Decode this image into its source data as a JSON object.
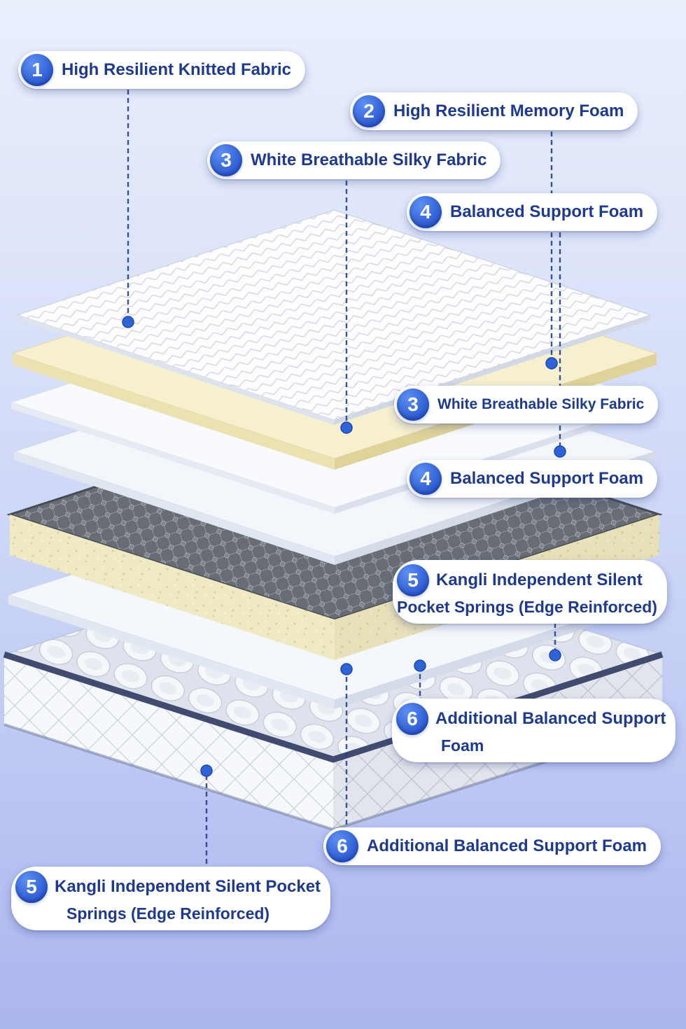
{
  "callouts": [
    {
      "number": "1",
      "lines": [
        "High Resilient Knitted Fabric"
      ]
    },
    {
      "number": "2",
      "lines": [
        "High Resilient Memory Foam"
      ]
    },
    {
      "number": "3",
      "lines": [
        "White Breathable Silky Fabric"
      ]
    },
    {
      "number": "4",
      "lines": [
        "Balanced Support Foam"
      ]
    },
    {
      "number": "3",
      "lines": [
        "White Breathable Silky Fabric"
      ]
    },
    {
      "number": "4",
      "lines": [
        "Balanced Support Foam"
      ]
    },
    {
      "number": "5",
      "lines": [
        "Kangli Independent Silent",
        "Pocket Springs (Edge Reinforced)"
      ]
    },
    {
      "number": "6",
      "lines": [
        "Additional Balanced Support",
        "Foam"
      ]
    },
    {
      "number": "6",
      "lines": [
        "Additional Balanced Support Foam"
      ]
    },
    {
      "number": "5",
      "lines": [
        "Kangli Independent Silent Pocket",
        "Springs (Edge Reinforced)"
      ]
    }
  ],
  "colors": {
    "label_text": "#1d3a8f",
    "number_badge": "#2f63d8",
    "leader_line": "#23418f",
    "memory_foam": "#f6f0cf",
    "spring_edge_foam": "#efe9c4",
    "background_top": "#eaeffc",
    "background_bottom": "#aab6ee"
  }
}
